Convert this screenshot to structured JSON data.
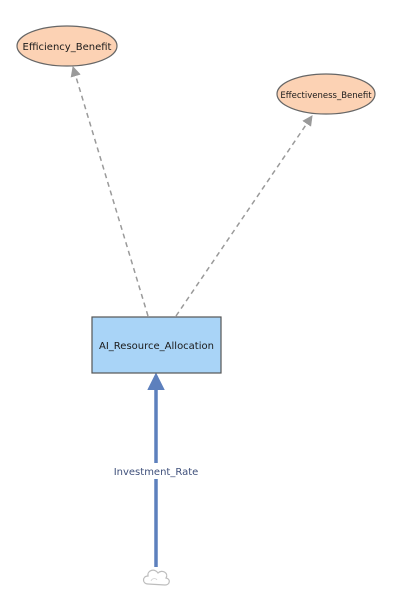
{
  "diagram": {
    "stock": {
      "label": "AI_Resource_Allocation",
      "fill": "#a9d4f7",
      "stroke": "#555555"
    },
    "auxiliaries": [
      {
        "label": "Efficiency_Benefit",
        "fill": "#fcd2b4",
        "stroke": "#666666"
      },
      {
        "label": "Effectiveness_Benefit",
        "fill": "#fcd2b4",
        "stroke": "#666666"
      }
    ],
    "flow": {
      "label": "Investment_Rate",
      "color": "#5d80bd"
    },
    "source": {
      "icon": "cloud-icon"
    },
    "link_color": "#9a9a9a"
  }
}
